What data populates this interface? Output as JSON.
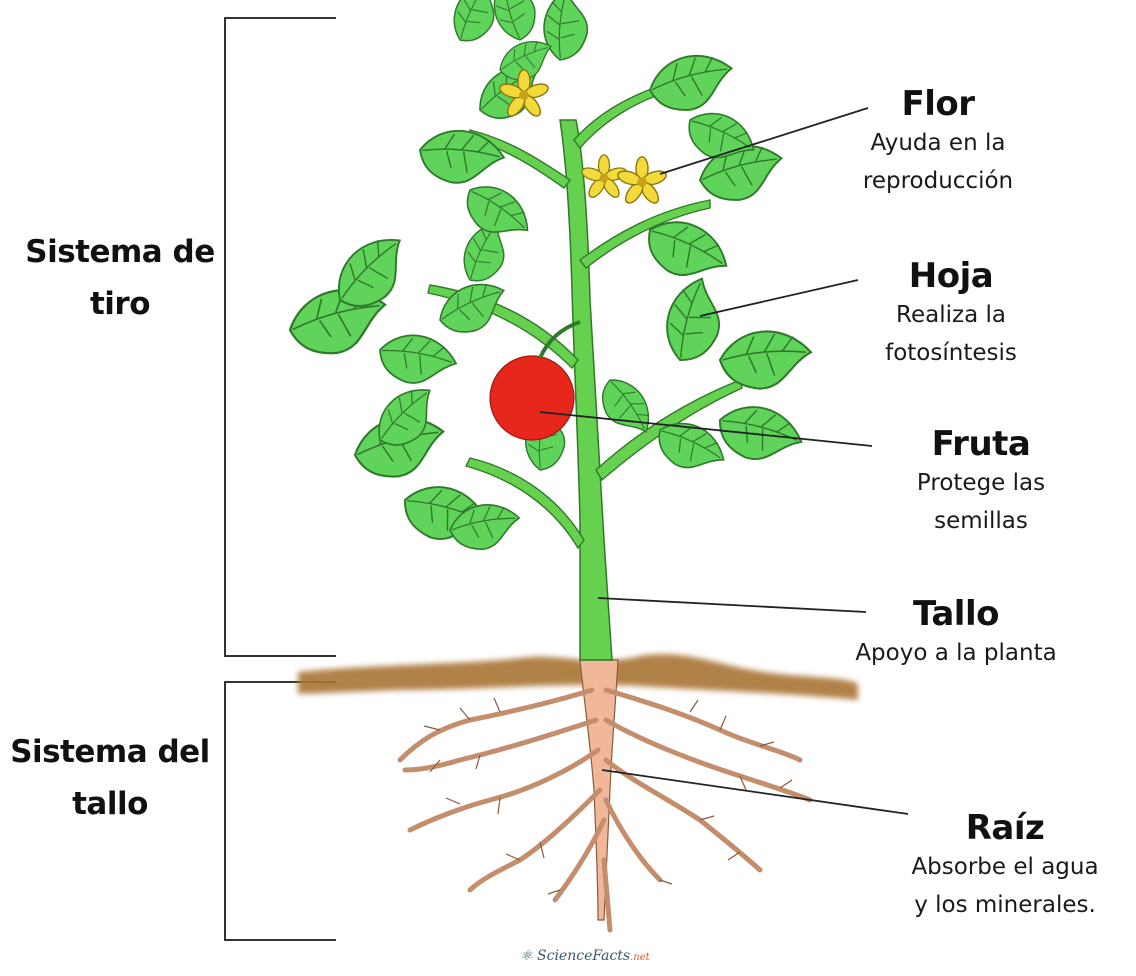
{
  "systems": {
    "shoot_line1": "Sistema de",
    "shoot_line2": "tiro",
    "root_line1": "Sistema del",
    "root_line2": "tallo"
  },
  "parts": {
    "flower": {
      "title": "Flor",
      "desc1": "Ayuda en la",
      "desc2": "reproducción"
    },
    "leaf": {
      "title": "Hoja",
      "desc1": "Realiza la",
      "desc2": "fotosíntesis"
    },
    "fruit": {
      "title": "Fruta",
      "desc1": "Protege las",
      "desc2": "semillas"
    },
    "stem": {
      "title": "Tallo",
      "desc1": "Apoyo a la planta"
    },
    "root": {
      "title": "Raíz",
      "desc1": "Absorbe el agua",
      "desc2": "y los minerales."
    }
  },
  "watermark": {
    "brand": "ScienceFacts",
    "ext": ".net"
  },
  "colors": {
    "leaf": "#5fd35a",
    "leaf_outline": "#2f7a2a",
    "stem": "#66d14f",
    "fruit": "#e8271c",
    "flower": "#f4d93a",
    "root": "#f0b898",
    "root_outline": "#8a5a40",
    "soil": "#a87434"
  }
}
